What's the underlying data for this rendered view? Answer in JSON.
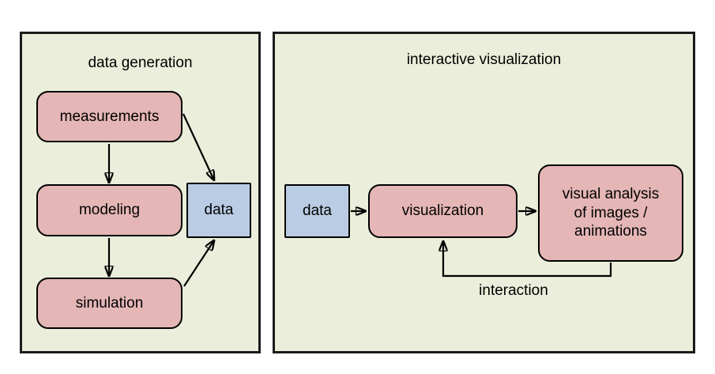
{
  "colors": {
    "page_bg": "#ffffff",
    "panel_bg": "#eaeeda",
    "panel_border": "#1a1a1a",
    "node_pink": "#e5b6b6",
    "node_blue": "#b9cce3",
    "node_border": "#000000",
    "text": "#000000"
  },
  "left": {
    "title": "data generation",
    "nodes": {
      "measurements": "measurements",
      "modeling": "modeling",
      "simulation": "simulation",
      "data": "data"
    }
  },
  "right": {
    "title": "interactive visualization",
    "nodes": {
      "data": "data",
      "visualization": "visualization",
      "visual_analysis": "visual analysis\nof images /\nanimations"
    },
    "interaction_label": "interaction"
  }
}
